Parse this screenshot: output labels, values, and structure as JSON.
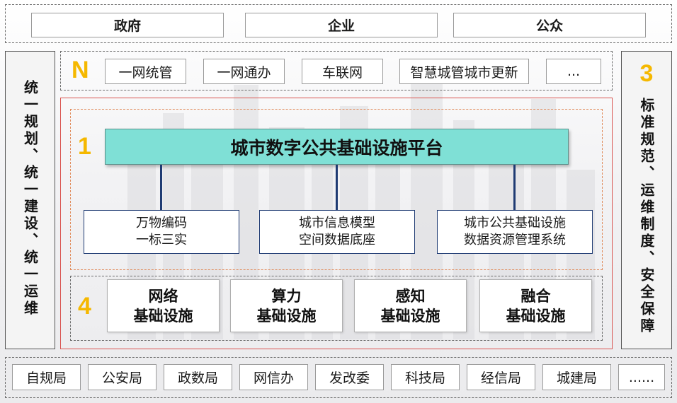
{
  "top_row": [
    "政府",
    "企业",
    "公众"
  ],
  "left_panel": {
    "text": "统一规划、统一建设、统一运维"
  },
  "right_panel": {
    "number": "3",
    "text": "标准规范、运维制度、安全保障"
  },
  "n_section": {
    "number": "N",
    "items": [
      "一网统管",
      "一网通办",
      "车联网",
      "智慧城管城市更新",
      "..."
    ]
  },
  "section_1": {
    "number": "1",
    "platform_title": "城市数字公共基础设施平台",
    "sub_boxes": [
      {
        "line1": "万物编码",
        "line2": "一标三实"
      },
      {
        "line1": "城市信息模型",
        "line2": "空间数据底座"
      },
      {
        "line1": "城市公共基础设施",
        "line2": "数据资源管理系统"
      }
    ]
  },
  "section_4": {
    "number": "4",
    "items": [
      {
        "line1": "网络",
        "line2": "基础设施"
      },
      {
        "line1": "算力",
        "line2": "基础设施"
      },
      {
        "line1": "感知",
        "line2": "基础设施"
      },
      {
        "line1": "融合",
        "line2": "基础设施"
      }
    ]
  },
  "bottom_row": [
    "自规局",
    "公安局",
    "政数局",
    "网信办",
    "发改委",
    "科技局",
    "经信局",
    "城建局",
    "......"
  ],
  "colors": {
    "accent_number": "#f5b800",
    "platform": "#7fe0d6",
    "frame_red": "#d9534f",
    "connector": "#1f3b73"
  }
}
